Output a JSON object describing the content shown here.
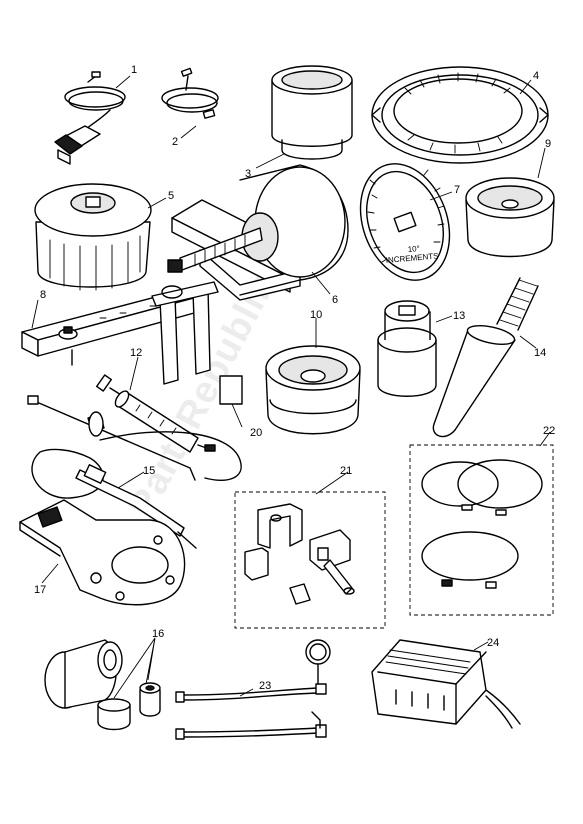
{
  "diagram": {
    "callouts": [
      "1",
      "2",
      "3",
      "4",
      "5",
      "6",
      "7",
      "8",
      "9",
      "10",
      "12",
      "13",
      "14",
      "15",
      "16",
      "17",
      "20",
      "21",
      "22",
      "23",
      "24"
    ],
    "dial_text": {
      "degrees": "10°",
      "increments": "INCREMENTS"
    },
    "watermark": "PartsRepublik"
  }
}
